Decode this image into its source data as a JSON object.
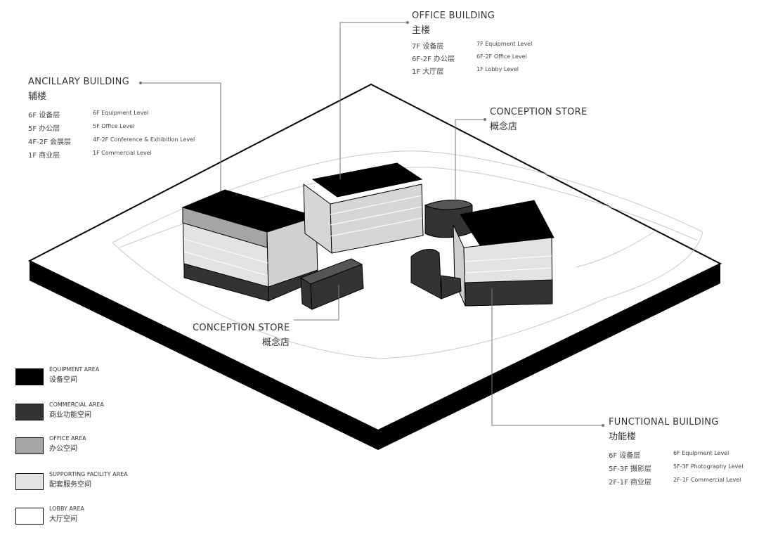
{
  "colors": {
    "equipment": "#000000",
    "commercial": "#333333",
    "office": "#a6a6a6",
    "supporting": "#e3e3e3",
    "lobby": "#ffffff"
  },
  "office_building": {
    "title_en": "OFFICE BUILDING",
    "title_cn": "主楼",
    "floors": [
      {
        "cn": "7F  设备层",
        "en": "7F Equipment Level"
      },
      {
        "cn": "6F-2F  办公层",
        "en": "6F-2F Office Level"
      },
      {
        "cn": "1F  大厅层",
        "en": "1F Lobby Level"
      }
    ]
  },
  "ancillary_building": {
    "title_en": "ANCILLARY BUILDING",
    "title_cn": "辅楼",
    "floors": [
      {
        "cn": "6F  设备层",
        "en": "6F Equipment Level"
      },
      {
        "cn": "5F  办公层",
        "en": "5F Office Level"
      },
      {
        "cn": "4F-2F  会展层",
        "en": "4F-2F Conference  & Exhibition Level"
      },
      {
        "cn": "1F  商业层",
        "en": "1F Commercial Level"
      }
    ]
  },
  "conception_store_top": {
    "title_en": "CONCEPTION STORE",
    "title_cn": "概念店"
  },
  "conception_store_mid": {
    "title_en": "CONCEPTION STORE",
    "title_cn": "概念店"
  },
  "functional_building": {
    "title_en": "FUNCTIONAL BUILDING",
    "title_cn": "功能楼",
    "floors": [
      {
        "cn": "6F  设备层",
        "en": "6F Equipment Level"
      },
      {
        "cn": "5F-3F  摄影层",
        "en": "5F-3F Photography Level"
      },
      {
        "cn": "2F-1F  商业层",
        "en": "2F-1F Commercial Level"
      }
    ]
  },
  "legend": [
    {
      "en": "EQUIPMENT AREA",
      "cn": "设备空间",
      "color": "#000000"
    },
    {
      "en": "COMMERCIAL AREA",
      "cn": "商业功能空间",
      "color": "#333333"
    },
    {
      "en": "OFFICE AREA",
      "cn": "办公空间",
      "color": "#a6a6a6"
    },
    {
      "en": "SUPPORTING FACILITY AREA",
      "cn": "配套服务空间",
      "color": "#e3e3e3"
    },
    {
      "en": "LOBBY AREA",
      "cn": "大厅空间",
      "color": "#ffffff"
    }
  ]
}
